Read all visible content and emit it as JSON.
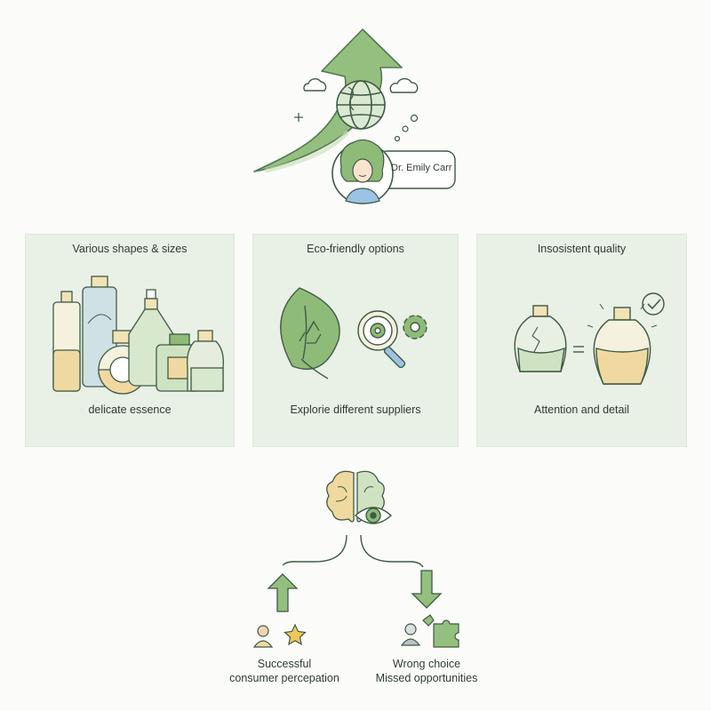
{
  "header": {
    "person_name": "Dr. Emily Carr",
    "icons": [
      "growth-arrow-icon",
      "globe-icon",
      "cloud-icon",
      "sparkle-icon",
      "avatar-woman-icon"
    ]
  },
  "panels": [
    {
      "title": "Various shapes & sizes",
      "caption": "delicate essence",
      "icon": "perfume-bottles-icon"
    },
    {
      "title": "Eco-friendly options",
      "caption": "Explorie different suppliers",
      "icon": "recycle-leaf-icon"
    },
    {
      "title": "Insosistent quality",
      "caption": "Attention and detail",
      "icon": "cracked-vs-good-bottle-icon"
    }
  ],
  "decision": {
    "icons": [
      "brain-icon",
      "eye-icon"
    ],
    "positive": {
      "line1": "Successful",
      "line2": "consumer percepation",
      "icons": [
        "up-arrow-icon",
        "person-icon",
        "star-icon"
      ]
    },
    "negative": {
      "line1": "Wrong choice",
      "line2": "Missed opportunities",
      "icons": [
        "down-arrow-icon",
        "person-icon",
        "puzzle-icon"
      ]
    }
  },
  "colors": {
    "accent_green": "#8fbb78",
    "dark_green": "#4f7a52",
    "panel_bg": "#e9f0e6",
    "amber": "#f0d9a0"
  }
}
